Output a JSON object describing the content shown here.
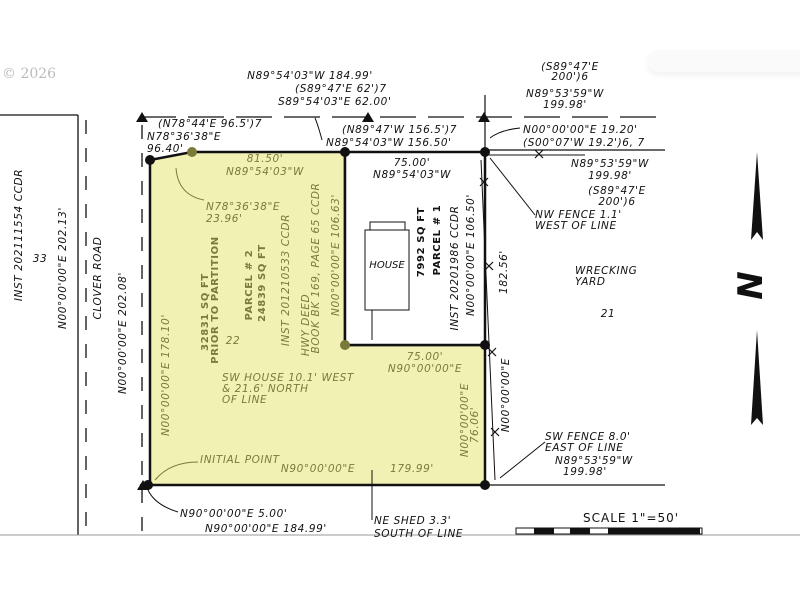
{
  "copyright": "© 2026",
  "colors": {
    "parcel2_fill": "#f1f1b4",
    "parcel2_text": "#7a7a3a",
    "line": "#111111"
  },
  "icons": {
    "north_arrow": "north-arrow-icon",
    "scale_bar": "scale-bar"
  },
  "north_label": "N",
  "scale": "SCALE  1\"=50'",
  "top": {
    "bearing_1": "N89°54'03\"W 184.99'",
    "record_1": "(S89°47'E 62')7",
    "bearing_2": "S89°54'03\"E 62.00'",
    "record_nw": "(N78°44'E 96.5')7",
    "bearing_nw_1": "N78°36'38\"E",
    "bearing_nw_2": "96.40'",
    "record_mid": "(N89°47'W 156.5')7",
    "bearing_mid": "N89°54'03\"W 156.50'",
    "record_ne_1": "(S89°47'E",
    "record_ne_2": "200')6",
    "bearing_ne_1": "N89°53'59\"W",
    "bearing_ne_2": "199.98'"
  },
  "left": {
    "inst": "INST 202111554 CCDR",
    "lot": "33",
    "bearing_west": "N00°00'00\"E 202.13'",
    "road": "CLOVER ROAD",
    "bearing_road": "N00°00'00\"E 202.08'"
  },
  "parcel2": {
    "bearing_top_1": "81.50'",
    "bearing_top_2": "N89°54'03\"W",
    "bearing_seg_1": "N78°36'38\"E",
    "bearing_seg_2": "23.96'",
    "bearing_west": "N00°00'00\"E 178.10'",
    "area_total": "32831 SQ FT",
    "area_note": "PRIOR TO PARTITION",
    "label": "PARCEL # 2",
    "area": "24839 SQ FT",
    "lot": "22",
    "inst": "INST 201210533 CCDR",
    "hwy_1": "HWY DEED",
    "hwy_2": "BOOK BK 169, PAGE 65 CCDR",
    "bearing_inner": "N00°00'00\"E 106.63'",
    "house_note_1": "SW HOUSE 10.1' WEST",
    "house_note_2": "& 21.6' NORTH",
    "house_note_3": "OF LINE",
    "bearing_mid_1": "75.00'",
    "bearing_mid_2": "N90°00'00\"E",
    "bearing_east_1": "N00°00'00\"E",
    "bearing_east_2": "76.06'",
    "initial_point": "INITIAL POINT",
    "bearing_bottom_1": "N90°00'00\"E",
    "bearing_bottom_2": "179.99'"
  },
  "parcel1": {
    "bearing_top_1": "75.00'",
    "bearing_top_2": "N89°54'03\"W",
    "house": "HOUSE",
    "area": "7992 SQ FT",
    "label": "PARCEL # 1",
    "inst": "INST 20201986 CCDR",
    "bearing_east": "N00°00'00\"E 106.50'"
  },
  "right": {
    "tie_1": "N00°00'00\"E 19.20'",
    "tie_2": "(S00°07'W 19.2')6, 7",
    "bearing_1": "N89°53'59\"W",
    "bearing_2": "199.98'",
    "record_1": "(S89°47'E",
    "record_2": "200')6",
    "nw_fence_1": "NW FENCE 1.1'",
    "nw_fence_2": "WEST OF LINE",
    "yard_1": "WRECKING",
    "yard_2": "YARD",
    "lot": "21",
    "dist_1": "182.56'",
    "bearing_east": "N00°00'00\"E",
    "sw_fence_1": "SW FENCE 8.0'",
    "sw_fence_2": "EAST OF LINE",
    "bearing_s_1": "N89°53'59\"W",
    "bearing_s_2": "199.98'"
  },
  "bottom": {
    "bearing_1": "N90°00'00\"E 5.00'",
    "bearing_2": "N90°00'00\"E 184.99'",
    "shed_1": "NE SHED 3.3'",
    "shed_2": "SOUTH OF LINE"
  }
}
